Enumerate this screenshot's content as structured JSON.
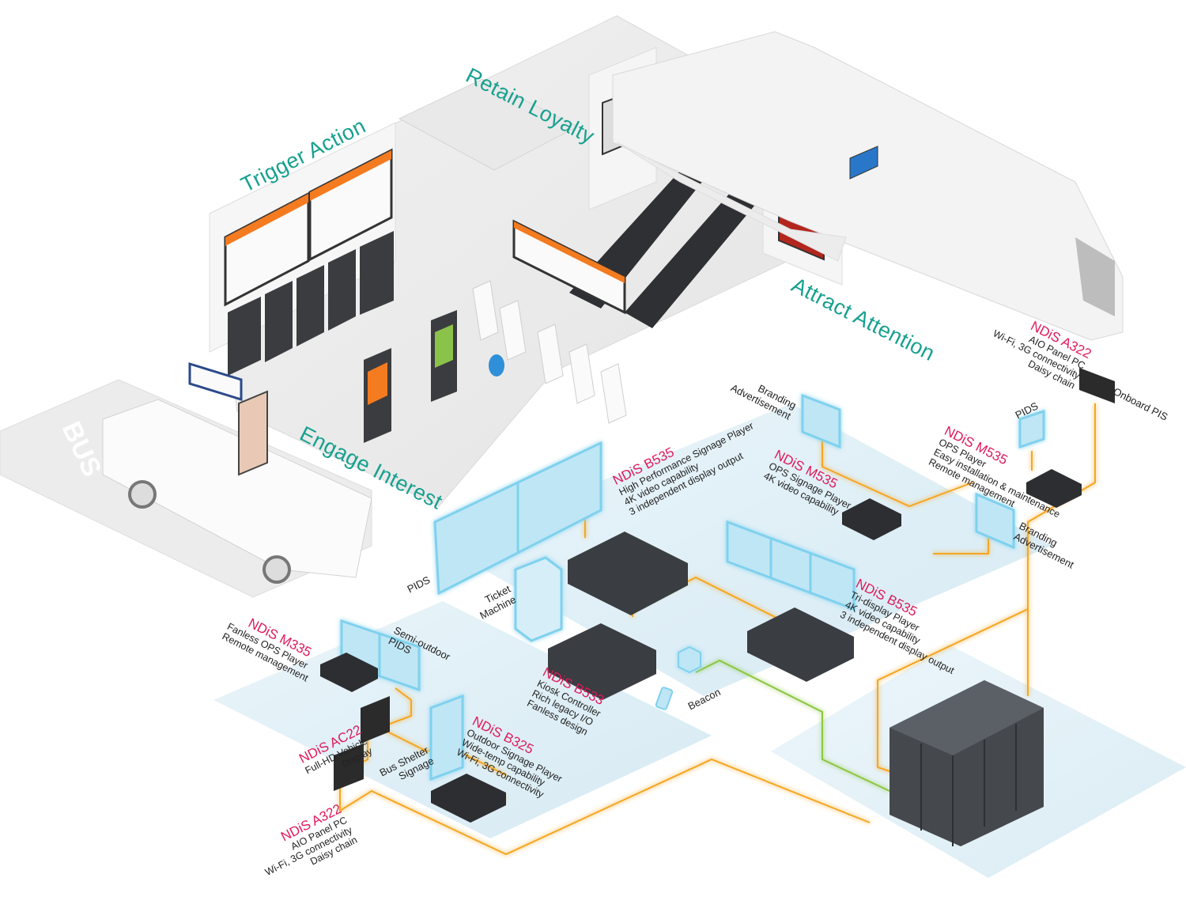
{
  "diagram": {
    "colors": {
      "heading": "#16a08f",
      "product_name": "#e0195a",
      "label_text": "#222222",
      "network_line": "#f5a623",
      "beacon_line": "#8cc63f",
      "zone_fill": "#dcedf6",
      "display_glow": "#8fd6f0",
      "device_dark": "#3a3d42"
    },
    "headings": {
      "trigger_action": "Trigger Action",
      "retain_loyalty": "Retain Loyalty",
      "attract_attention": "Attract Attention",
      "engage_interest": "Engage Interest"
    },
    "scene": {
      "bus_floor_text": "BUS"
    },
    "devices": {
      "a322_top": {
        "name": "NDiS A322",
        "lines": [
          "AIO Panel PC",
          "Wi-Fi, 3G connectivity",
          "Daisy chain"
        ],
        "display": "Onboard PIS"
      },
      "m535_ops": {
        "name": "NDiS M535",
        "lines": [
          "OPS Player",
          "Easy installation & maintenance",
          "Remote management"
        ],
        "display": "PIDS"
      },
      "m535_signage": {
        "name": "NDiS M535",
        "lines": [
          "OPS Signage Player",
          "4K video capability"
        ],
        "display": "Branding Advertisement"
      },
      "b535_hp": {
        "name": "NDiS B535",
        "lines": [
          "High Performance Signage Player",
          "4K video capability",
          "3 independent display output"
        ],
        "display": "PIDS"
      },
      "b535_tri": {
        "name": "NDiS B535",
        "lines": [
          "Tri-display Player",
          "4K video capability",
          "3 independent display output"
        ]
      },
      "b533": {
        "name": "NDiS B533",
        "lines": [
          "Kiosk Controller",
          "Rich legacy I/O",
          "Fanless design"
        ],
        "display": "Ticket Machine"
      },
      "m335": {
        "name": "NDiS M335",
        "lines": [
          "Fanless OPS Player",
          "Remote management"
        ],
        "display": "Semi-outdoor PIDS"
      },
      "ac22": {
        "name": "NDiS AC22",
        "lines": [
          "Full-HD Vehicle",
          "Display"
        ]
      },
      "a322_bottom": {
        "name": "NDiS A322",
        "lines": [
          "AIO Panel PC",
          "Wi-Fi, 3G connectivity",
          "Daisy chain"
        ]
      },
      "b325": {
        "name": "NDiS B325",
        "lines": [
          "Outdoor Signage Player",
          "Wide-temp capability",
          "Wi-Fi, 3G connectivity"
        ],
        "display": "Bus Shelter Signage"
      }
    },
    "tags": {
      "branding_top": [
        "Branding",
        "Advertisement"
      ],
      "branding_right": [
        "Branding",
        "Advertisement"
      ],
      "pids_right": "PIDS",
      "onboard_pis": "Onboard PIS",
      "pids_left": "PIDS",
      "ticket_machine": [
        "Ticket",
        "Machine"
      ],
      "semi_outdoor": [
        "Semi-outdoor",
        "PIDS"
      ],
      "bus_shelter": [
        "Bus Shelter",
        "Signage"
      ],
      "beacon": "Beacon"
    }
  }
}
